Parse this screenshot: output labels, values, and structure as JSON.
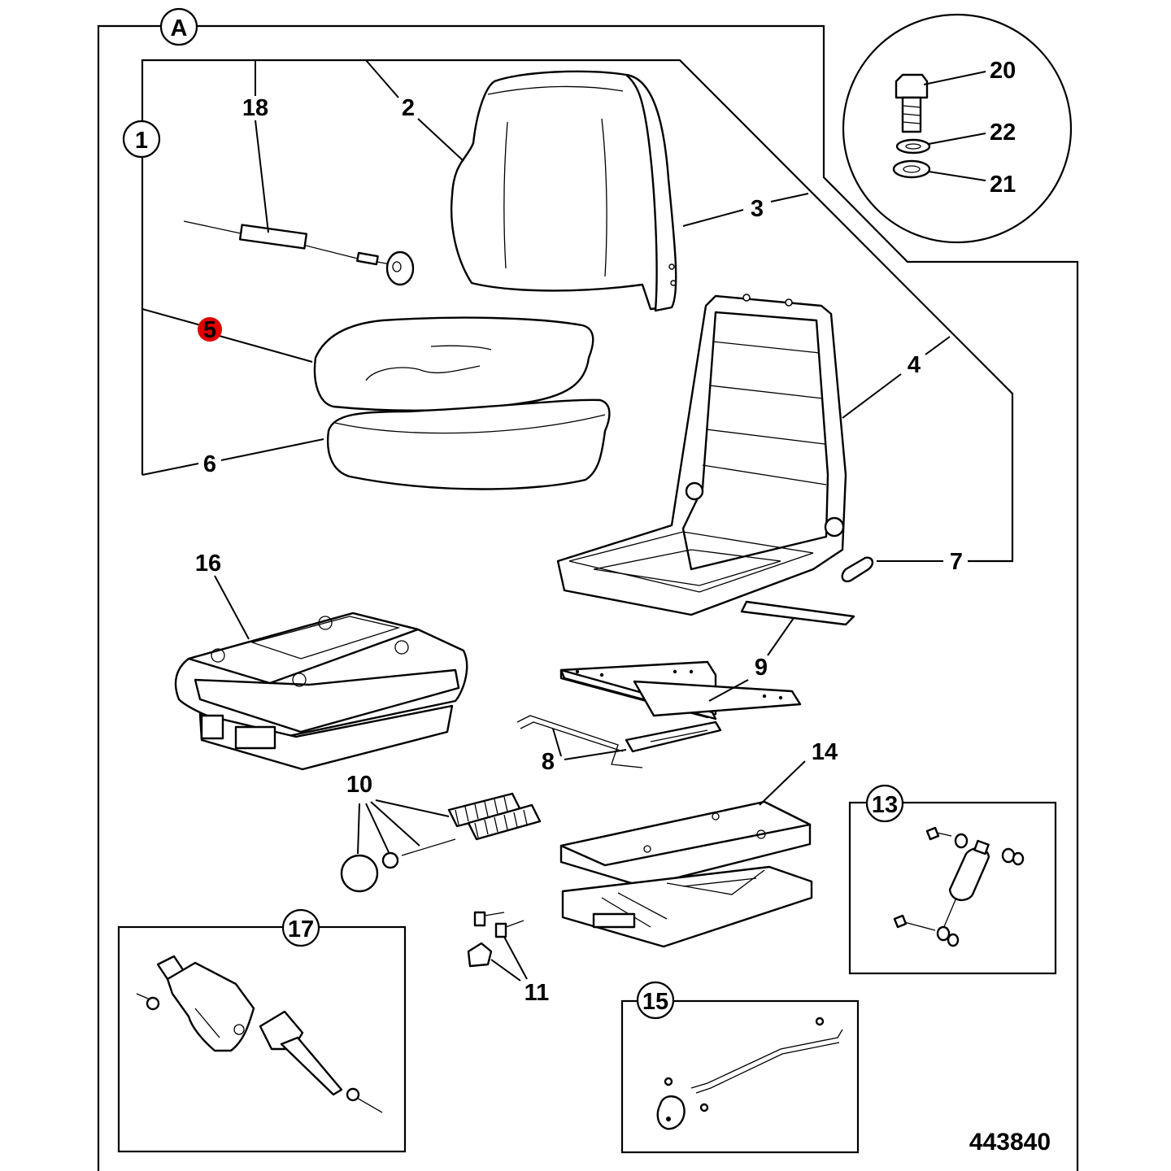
{
  "callouts": {
    "a": "A",
    "c1": "1",
    "c2": "2",
    "c3": "3",
    "c4": "4",
    "c5": "5",
    "c6": "6",
    "c7": "7",
    "c8": "8",
    "c9": "9",
    "c10": "10",
    "c11": "11",
    "c13": "13",
    "c14": "14",
    "c15": "15",
    "c16": "16",
    "c17": "17",
    "c18": "18",
    "c20": "20",
    "c21": "21",
    "c22": "22"
  },
  "drawing_number": "443840",
  "highlight_color": "#e00000"
}
